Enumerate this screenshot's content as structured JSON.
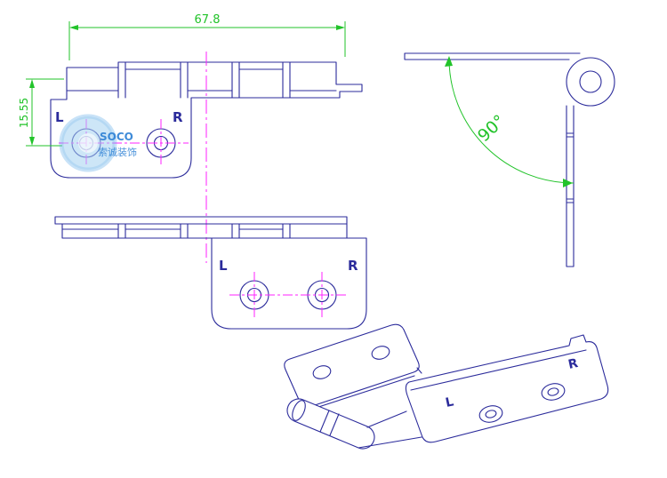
{
  "colors": {
    "outline": "#2b2b9b",
    "dimension": "#22c32a",
    "centerline": "#ff22ff",
    "watermark_fill": "#a6d2f2",
    "watermark_ring": "#58a8e6",
    "watermark_text": "#2b7fd4"
  },
  "views": {
    "plan": {
      "dim_width": "67.8",
      "dim_height": "15.55",
      "label_left": "L",
      "label_right": "R"
    },
    "front": {
      "label_left": "L",
      "label_right": "R"
    },
    "side": {
      "dim_angle": "90°"
    },
    "iso": {
      "label_left": "L",
      "label_right": "R"
    }
  },
  "watermark": {
    "line1": "SOCO",
    "line2": "索诚装饰"
  }
}
